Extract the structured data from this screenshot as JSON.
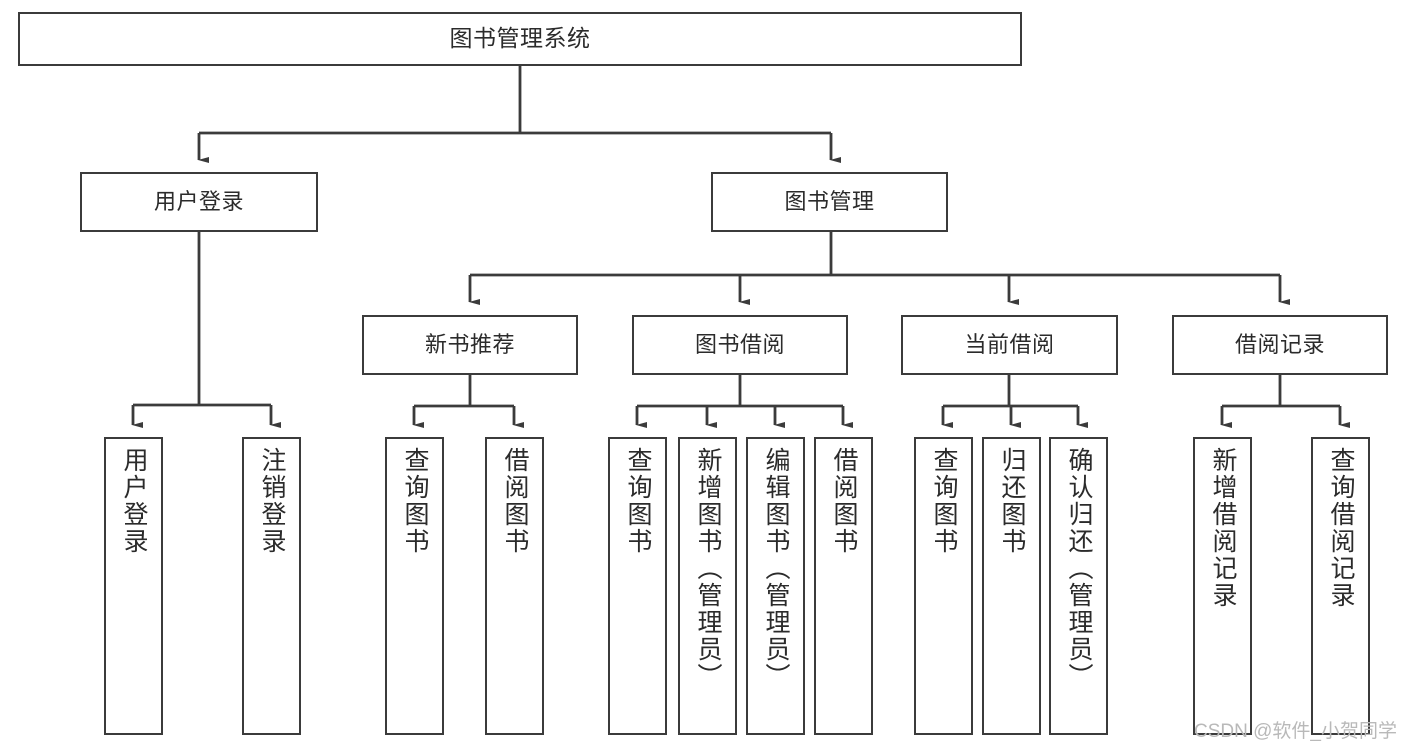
{
  "diagram": {
    "title": "图书管理系统",
    "watermark": "CSDN @软件_小贺同学",
    "colors": {
      "stroke": "#3b3b3b",
      "text": "#2b2b2b",
      "background": "#ffffff",
      "watermark": "#b9b9b9"
    },
    "root": {
      "label": "图书管理系统"
    },
    "level2": [
      {
        "label": "用户登录"
      },
      {
        "label": "图书管理"
      }
    ],
    "level3": [
      {
        "label": "新书推荐"
      },
      {
        "label": "图书借阅"
      },
      {
        "label": "当前借阅"
      },
      {
        "label": "借阅记录"
      }
    ],
    "leaves": [
      {
        "label": "用户登录"
      },
      {
        "label": "注销登录"
      },
      {
        "label": "查询图书"
      },
      {
        "label": "借阅图书"
      },
      {
        "label": "查询图书"
      },
      {
        "label": "新增图书（管理员）"
      },
      {
        "label": "编辑图书（管理员）"
      },
      {
        "label": "借阅图书"
      },
      {
        "label": "查询图书"
      },
      {
        "label": "归还图书"
      },
      {
        "label": "确认归还（管理员）"
      },
      {
        "label": "新增借阅记录"
      },
      {
        "label": "查询借阅记录"
      }
    ]
  }
}
